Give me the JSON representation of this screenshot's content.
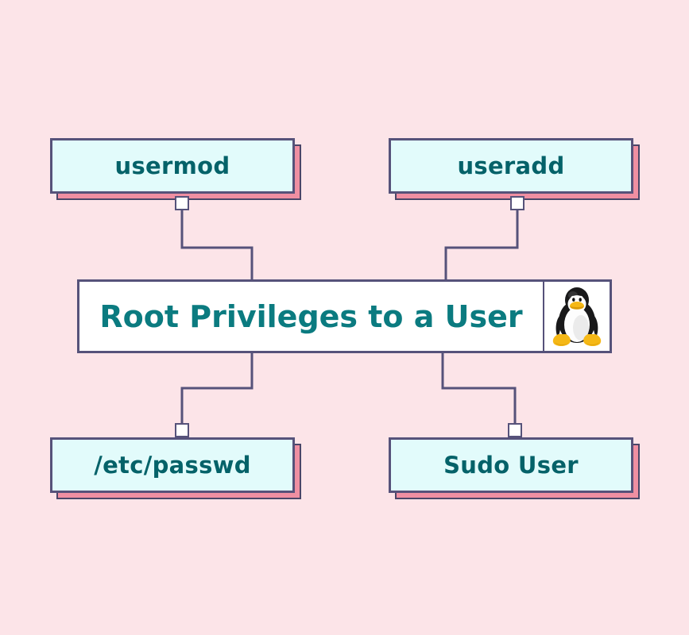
{
  "diagram": {
    "title": "Root Privileges to a User",
    "background_color": "#fce4e8",
    "box_fill_color": "#e2fbfb",
    "box_border_color": "#56527a",
    "box_shadow_color": "#ef8fa2",
    "text_color": "#046269",
    "center_text_color": "#0b7b80",
    "center_fill_color": "#ffffff",
    "connector_color": "#56527a",
    "logo_name": "linux-tux-penguin-logo",
    "center": {
      "label": "Root Privileges to a User"
    },
    "nodes": [
      {
        "id": "usermod",
        "label": "usermod",
        "position": "top-left"
      },
      {
        "id": "useradd",
        "label": "useradd",
        "position": "top-right"
      },
      {
        "id": "etc-passwd",
        "label": "/etc/passwd",
        "position": "bottom-left"
      },
      {
        "id": "sudo-user",
        "label": "Sudo User",
        "position": "bottom-right"
      }
    ],
    "connections": [
      {
        "from": "usermod",
        "to": "center"
      },
      {
        "from": "useradd",
        "to": "center"
      },
      {
        "from": "center",
        "to": "etc-passwd"
      },
      {
        "from": "center",
        "to": "sudo-user"
      }
    ]
  }
}
